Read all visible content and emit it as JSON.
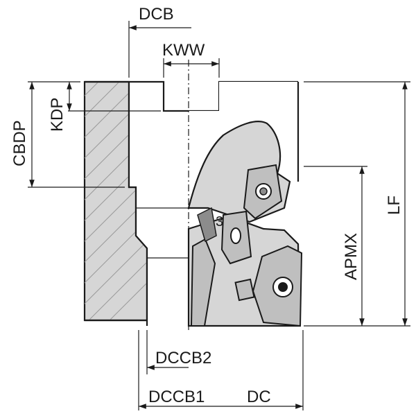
{
  "dimensions": {
    "dcb": "DCB",
    "kww": "KWW",
    "kdp": "KDP",
    "cbdp": "CBDP",
    "lf": "LF",
    "apmx": "APMX",
    "dccb2": "DCCB2",
    "dccb1": "DCCB1",
    "dc": "DC"
  },
  "insert_marker": "3",
  "colors": {
    "line": "#1a1a1a",
    "body": "#d6d6d6",
    "insert": "#bfbfbf",
    "hatch": "#9a9a9a"
  }
}
